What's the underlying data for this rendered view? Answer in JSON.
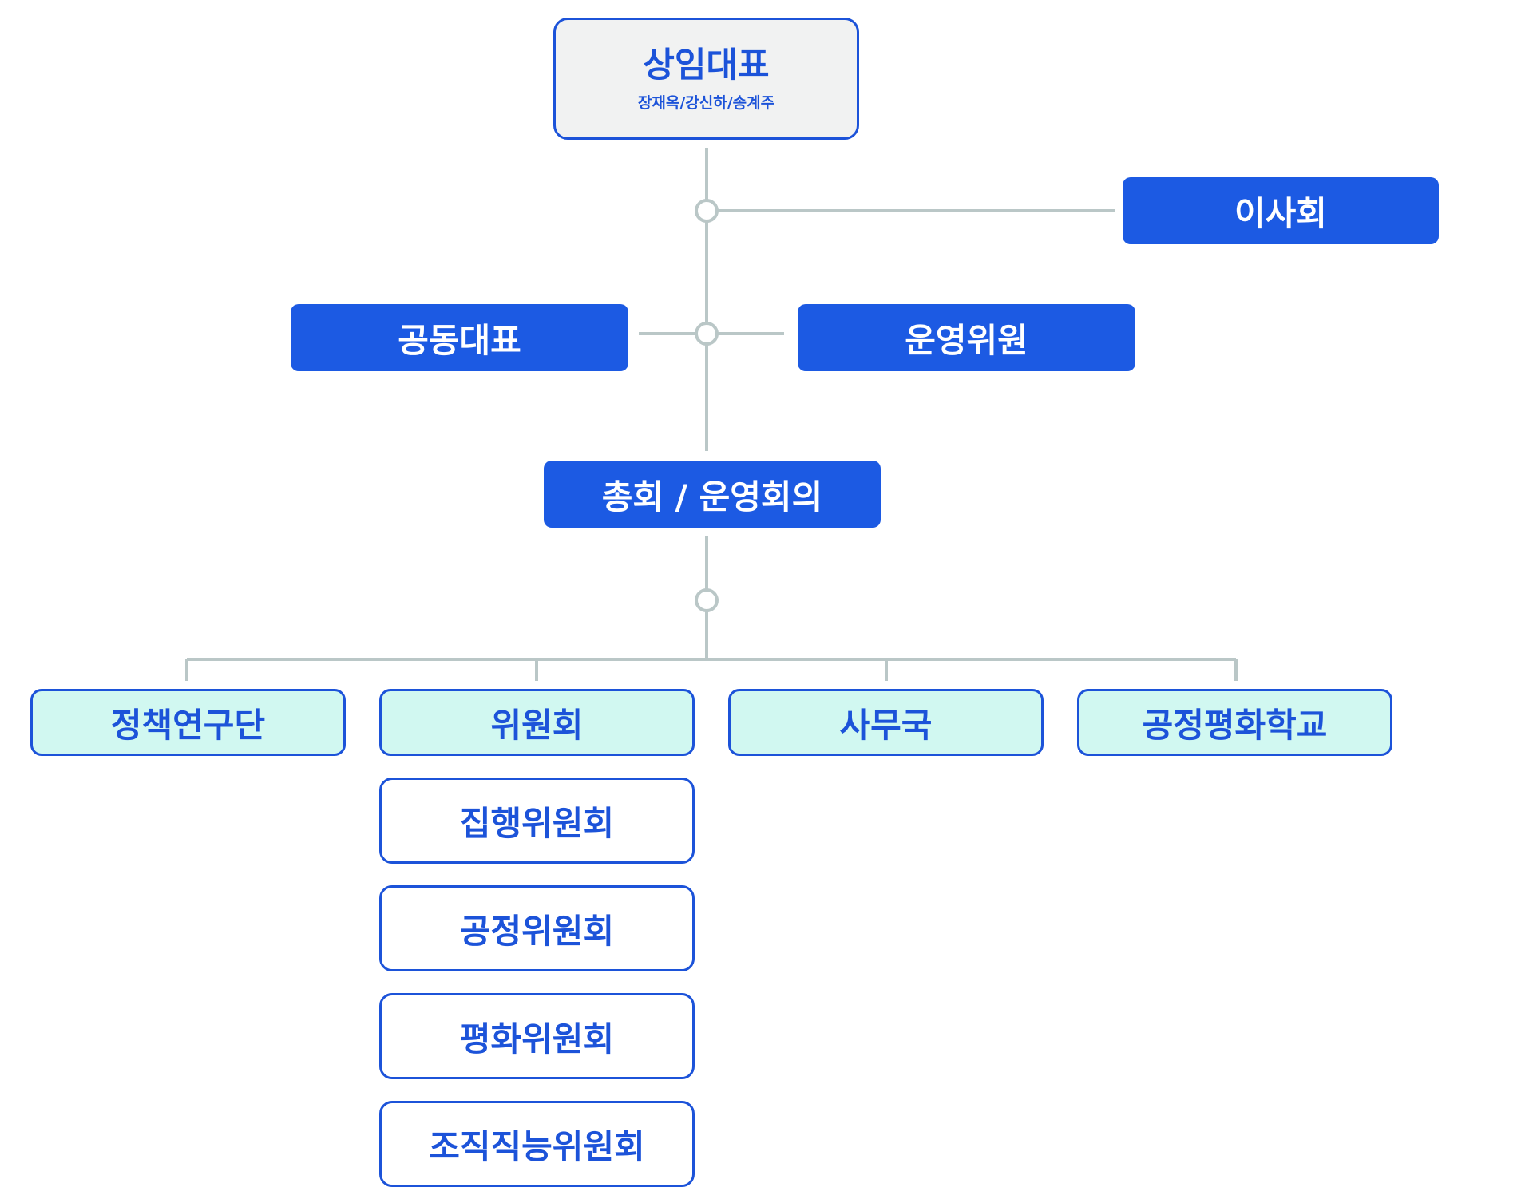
{
  "top_node": {
    "title": "상임대표",
    "subtitle": "장재옥/강신하/송계주"
  },
  "board": {
    "label": "이사회"
  },
  "co_representatives": {
    "label": "공동대표"
  },
  "steering_members": {
    "label": "운영위원"
  },
  "general_meeting": {
    "label": "총회 / 운영회의"
  },
  "departments": [
    {
      "label": "정책연구단"
    },
    {
      "label": "위원회"
    },
    {
      "label": "사무국"
    },
    {
      "label": "공정평화학교"
    }
  ],
  "committees": [
    {
      "label": "집행위원회"
    },
    {
      "label": "공정위원회"
    },
    {
      "label": "평화위원회"
    },
    {
      "label": "조직직능위원회"
    }
  ],
  "colors": {
    "primary_blue": "#1c5ae3",
    "border_blue": "#1c53d9",
    "mint_fill": "#d1f8f1",
    "top_fill": "#f1f2f2",
    "connector_gray": "#bac7c7"
  }
}
